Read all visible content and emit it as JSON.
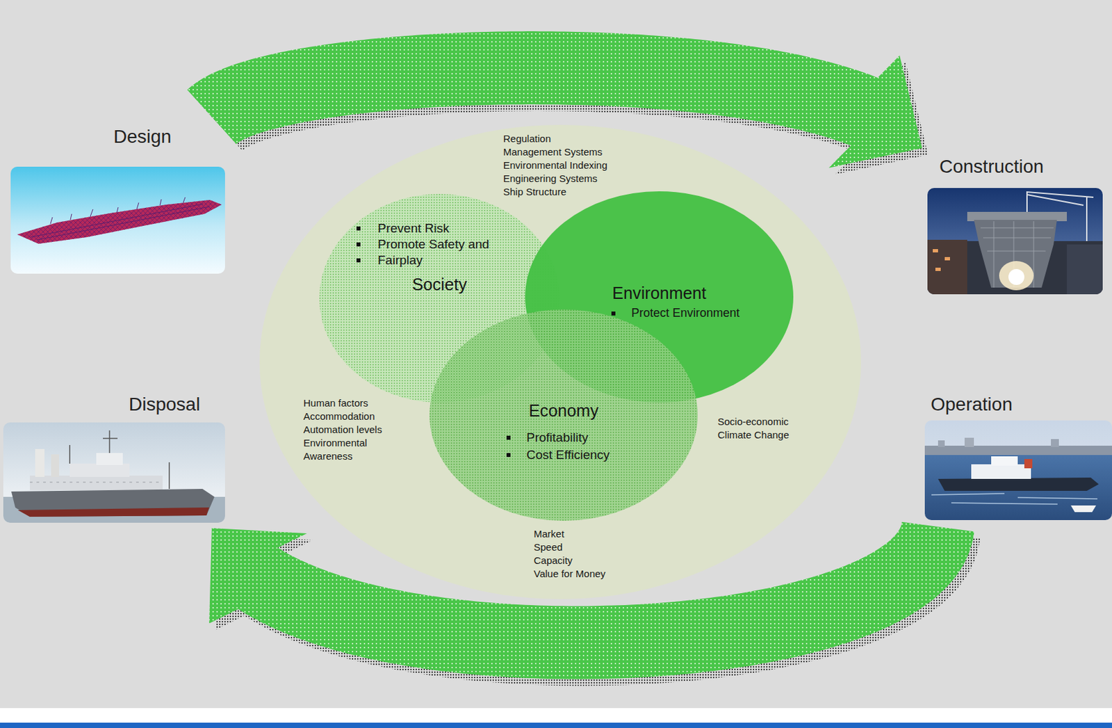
{
  "diagram": {
    "nodes": [
      {
        "text": [
          "Design"
        ]
      },
      {
        "text": [
          "Construction"
        ]
      },
      {
        "text": [
          "Regulation",
          "Management Systems",
          "Environmental Indexing",
          "Engineering Systems",
          "Ship Structure",
          "Human factors",
          "Accommodation",
          "Automation levels",
          "Environmental Awareness",
          "Socio-economic",
          "Climate Change",
          "Market",
          "Speed",
          "Capacity",
          "Value for Money"
        ]
      },
      {
        "text": [
          "Prevent Risk",
          "Promote Safety and",
          "Fairplay",
          "Society"
        ],
        "in": 2
      },
      {
        "text": [
          "Environment",
          "Protect Environment"
        ],
        "in": 2
      },
      {
        "text": [
          "Economy",
          "Profitability",
          "Cost Efficiency"
        ],
        "in": 2
      },
      {
        "text": [
          "Disposal"
        ]
      },
      {
        "text": [
          "Operation"
        ]
      }
    ],
    "edges": [
      {
        "from": 0,
        "to": 1,
        "arrow": "to"
      },
      {
        "from": 7,
        "to": 6,
        "arrow": "to"
      }
    ]
  }
}
